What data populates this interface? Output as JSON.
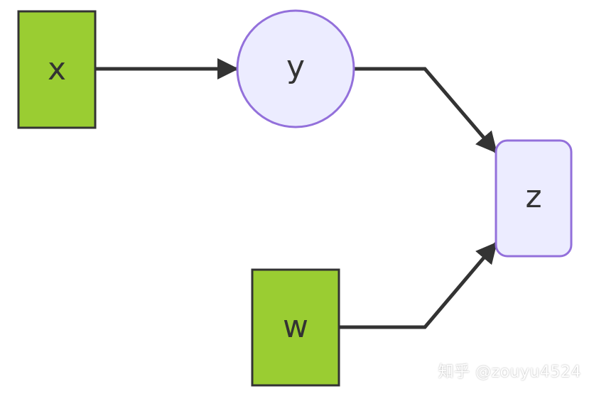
{
  "nodes": {
    "x": {
      "label": "x",
      "shape": "rectangle",
      "fill": "#9acd32",
      "stroke": "#333333"
    },
    "y": {
      "label": "y",
      "shape": "circle",
      "fill": "#ececff",
      "stroke": "#9370db"
    },
    "z": {
      "label": "z",
      "shape": "rounded-rectangle",
      "fill": "#ececff",
      "stroke": "#9370db"
    },
    "w": {
      "label": "w",
      "shape": "rectangle",
      "fill": "#9acd32",
      "stroke": "#333333"
    }
  },
  "edges": [
    {
      "from": "x",
      "to": "y"
    },
    {
      "from": "y",
      "to": "z"
    },
    {
      "from": "w",
      "to": "z"
    }
  ],
  "colors": {
    "edge": "#333333"
  },
  "watermark": {
    "text": "知乎 @zouyu4524"
  }
}
